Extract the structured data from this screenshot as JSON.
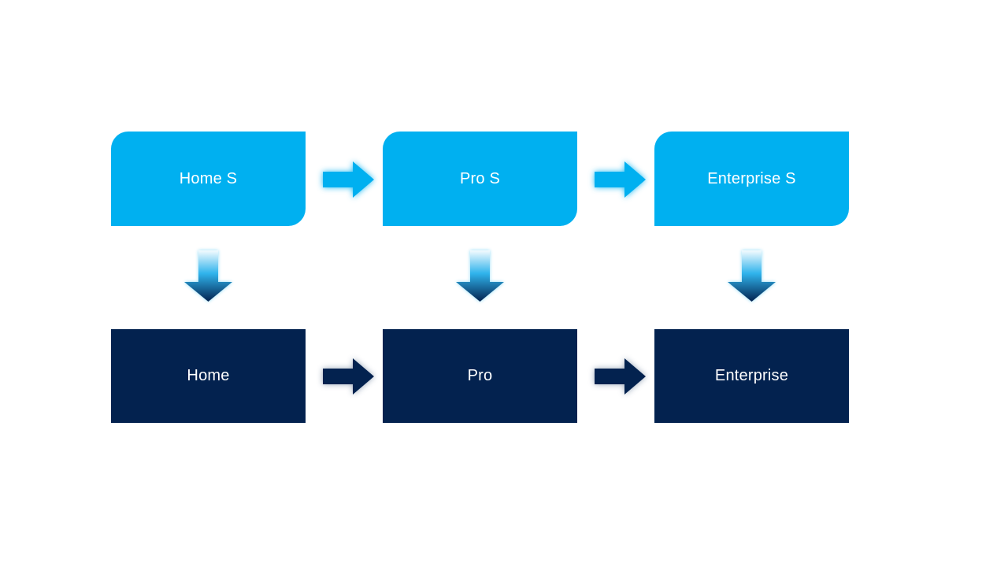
{
  "colors": {
    "background": "#FFFFFF",
    "light_blue": "#00B0F0",
    "dark_navy": "#03224F",
    "text": "#FFFFFF",
    "gradient_top": "#F4FBFE",
    "gradient_mid": "#2FB3EC",
    "gradient_bottom": "#03224F"
  },
  "flow": {
    "columns": [
      {
        "top": "Home S",
        "bottom": "Home"
      },
      {
        "top": "Pro S",
        "bottom": "Pro"
      },
      {
        "top": "Enterprise S",
        "bottom": "Enterprise"
      }
    ],
    "icon_names": {
      "horizontal": "right-arrow",
      "vertical": "down-arrow"
    }
  }
}
